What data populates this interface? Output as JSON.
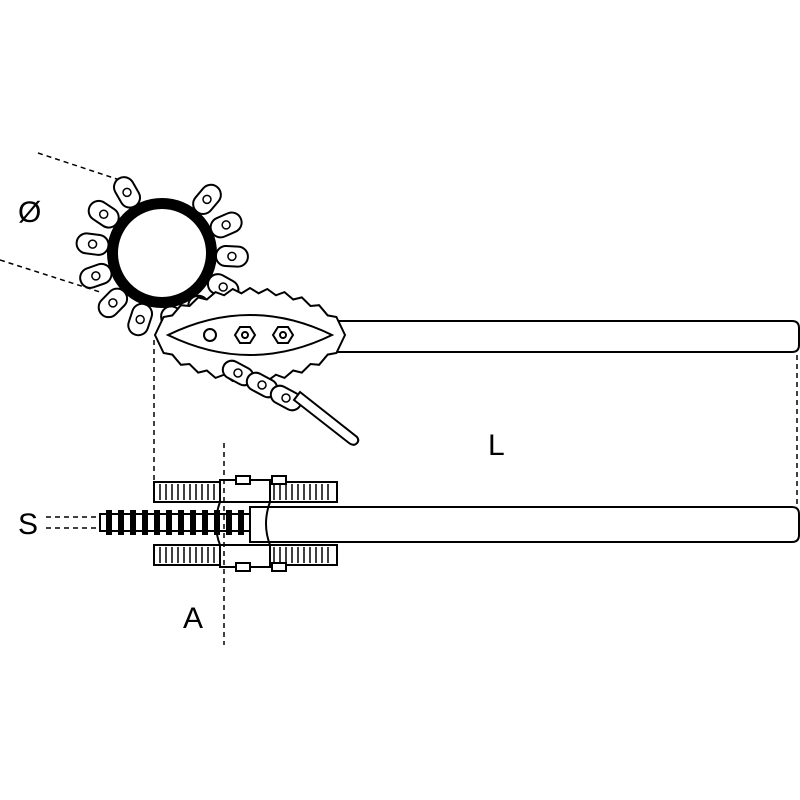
{
  "labels": {
    "diameter": "Ø",
    "length": "L",
    "chain_size": "S",
    "jaw_width": "A"
  },
  "colors": {
    "line": "#000000",
    "background": "#ffffff"
  }
}
